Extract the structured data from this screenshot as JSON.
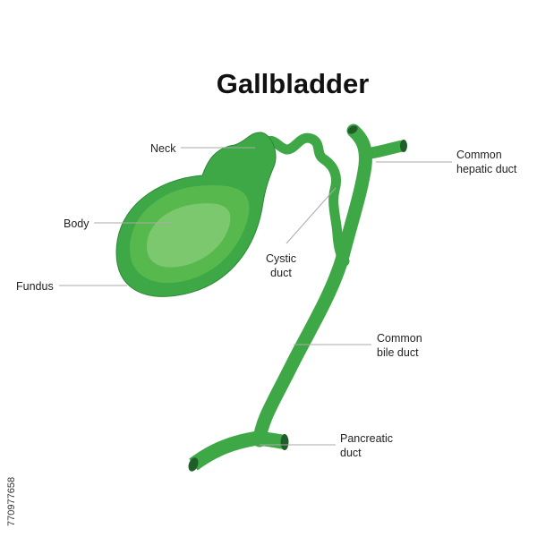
{
  "title": "Gallbladder",
  "labels": {
    "neck": "Neck",
    "body": "Body",
    "fundus": "Fundus",
    "cystic_duct": [
      "Cystic",
      "duct"
    ],
    "common_hepatic_duct": [
      "Common",
      "hepatic duct"
    ],
    "common_bile_duct": [
      "Common",
      "bile duct"
    ],
    "pancreatic_duct": [
      "Pancreatic",
      "duct"
    ]
  },
  "image_id": "770977658",
  "colors": {
    "outer": "#3ea846",
    "middle": "#57b94d",
    "inner": "#7cc86e",
    "outline": "#2b8a37",
    "duct_end": "#1f5e28"
  }
}
